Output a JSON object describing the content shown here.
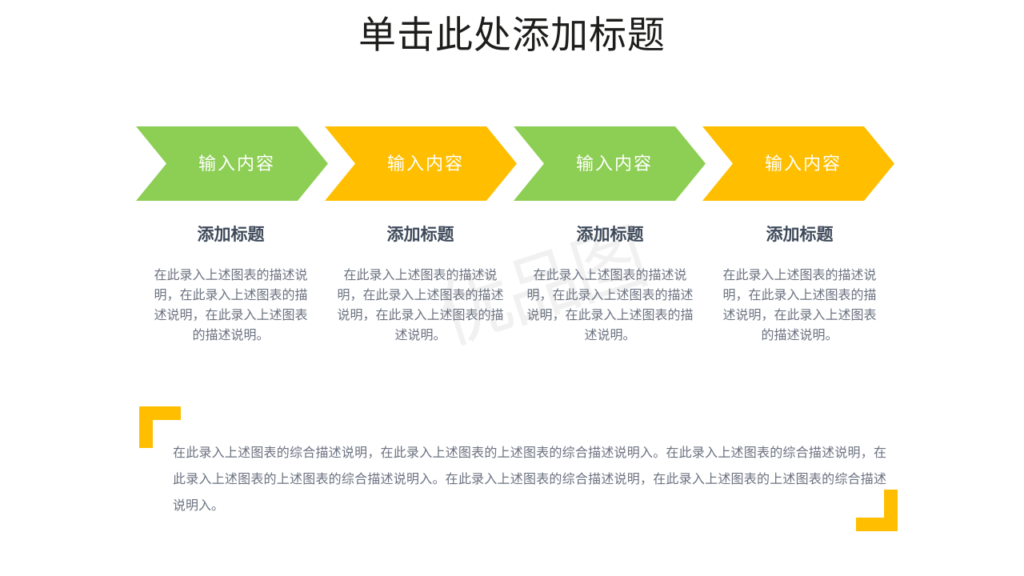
{
  "slide": {
    "title": "单击此处添加标题",
    "background_color": "#FFFFFF",
    "watermark_text": "优品图"
  },
  "colors": {
    "green": "#8DCE54",
    "orange": "#FFBF00",
    "heading_text": "#3F4A5A",
    "body_text": "#6B7280",
    "title_text": "#1D1D1B",
    "arrow_label_text": "#FFFFFF"
  },
  "process": {
    "steps": [
      {
        "arrow_label": "输入内容",
        "color": "#8DCE54",
        "color_name": "green",
        "heading": "添加标题",
        "body": "在此录入上述图表的描述说明，在此录入上述图表的描述说明，在此录入上述图表的描述说明。"
      },
      {
        "arrow_label": "输入内容",
        "color": "#FFBF00",
        "color_name": "orange",
        "heading": "添加标题",
        "body": "在此录入上述图表的描述说明，在此录入上述图表的描述说明，在此录入上述图表的描述说明。"
      },
      {
        "arrow_label": "输入内容",
        "color": "#8DCE54",
        "color_name": "green",
        "heading": "添加标题",
        "body": "在此录入上述图表的描述说明，在此录入上述图表的描述说明，在此录入上述图表的描述说明。"
      },
      {
        "arrow_label": "输入内容",
        "color": "#FFBF00",
        "color_name": "orange",
        "heading": "添加标题",
        "body": "在此录入上述图表的描述说明，在此录入上述图表的描述说明，在此录入上述图表的描述说明。"
      }
    ]
  },
  "summary": {
    "text": "在此录入上述图表的综合描述说明，在此录入上述图表的上述图表的综合描述说明入。在此录入上述图表的综合描述说明，在此录入上述图表的上述图表的综合描述说明入。在此录入上述图表的综合描述说明，在此录入上述图表的上述图表的综合描述说明入。",
    "decor_top_left": "corner-bracket-top-left",
    "decor_bottom_right": "corner-bracket-bottom-right"
  }
}
